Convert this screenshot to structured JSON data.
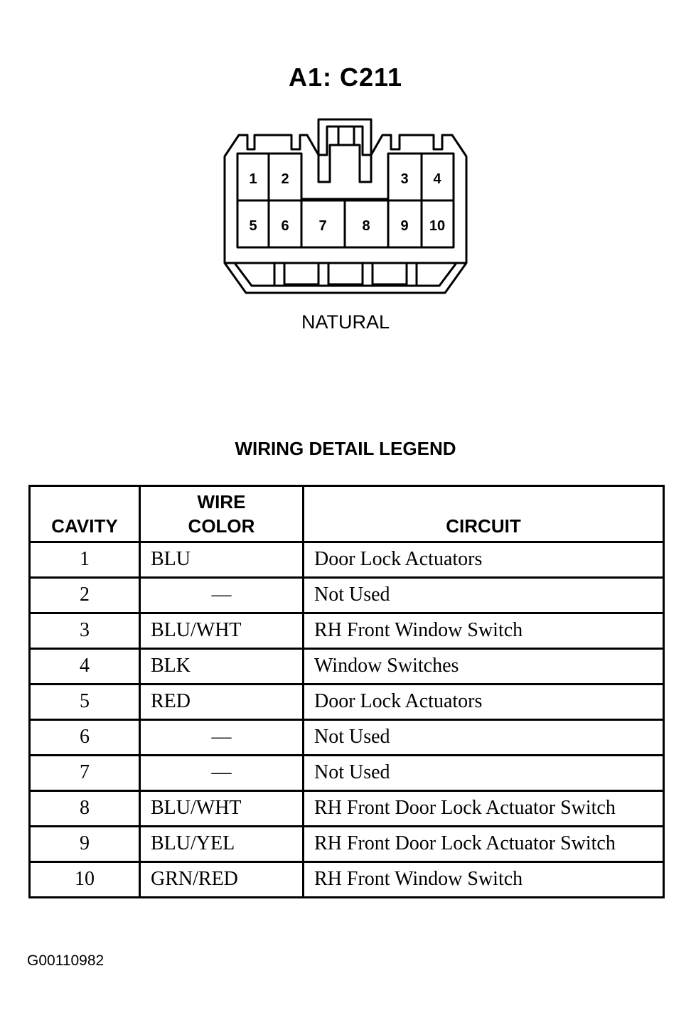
{
  "connector": {
    "title": "A1: C211",
    "color": "NATURAL",
    "pins_top": [
      "1",
      "2",
      "3",
      "4"
    ],
    "pins_bottom": [
      "5",
      "6",
      "7",
      "8",
      "9",
      "10"
    ]
  },
  "legend": {
    "title": "WIRING DETAIL LEGEND",
    "headers": {
      "cavity": "CAVITY",
      "wire_color_line1": "WIRE",
      "wire_color_line2": "COLOR",
      "circuit": "CIRCUIT"
    },
    "rows": [
      {
        "cavity": "1",
        "wire_color": "BLU",
        "circuit": "Door Lock Actuators"
      },
      {
        "cavity": "2",
        "wire_color": "—",
        "circuit": "Not Used"
      },
      {
        "cavity": "3",
        "wire_color": "BLU/WHT",
        "circuit": "RH Front Window Switch"
      },
      {
        "cavity": "4",
        "wire_color": "BLK",
        "circuit": "Window Switches"
      },
      {
        "cavity": "5",
        "wire_color": "RED",
        "circuit": "Door Lock Actuators"
      },
      {
        "cavity": "6",
        "wire_color": "—",
        "circuit": "Not Used"
      },
      {
        "cavity": "7",
        "wire_color": "—",
        "circuit": "Not Used"
      },
      {
        "cavity": "8",
        "wire_color": "BLU/WHT",
        "circuit": "RH Front Door Lock Actuator Switch"
      },
      {
        "cavity": "9",
        "wire_color": "BLU/YEL",
        "circuit": "RH Front Door Lock Actuator Switch"
      },
      {
        "cavity": "10",
        "wire_color": "GRN/RED",
        "circuit": "RH Front Window Switch"
      }
    ]
  },
  "figure_id": "G00110982"
}
